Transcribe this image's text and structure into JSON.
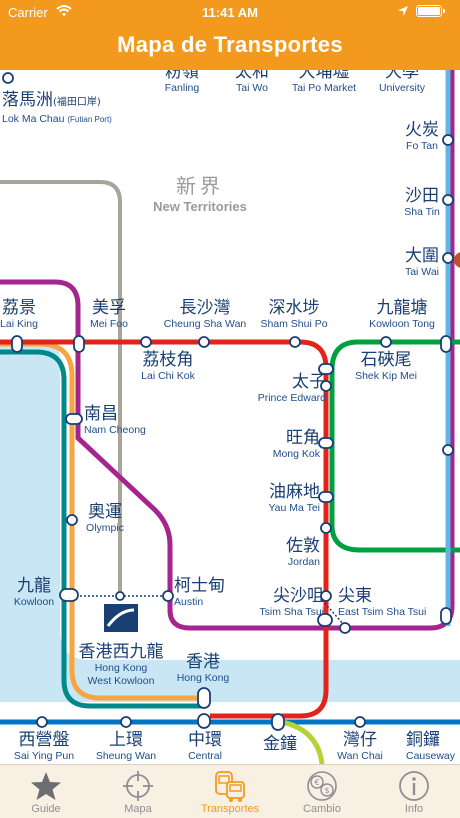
{
  "status_bar": {
    "carrier": "Carrier",
    "time": "11:41 AM"
  },
  "nav": {
    "title": "Mapa de Transportes"
  },
  "map": {
    "region": {
      "zh": "新界",
      "en": "New Territories"
    },
    "stations": {
      "fanling": {
        "zh": "粉嶺",
        "en": "Fanling"
      },
      "tai_wo": {
        "zh": "太和",
        "en": "Tai Wo"
      },
      "tai_po": {
        "zh": "大埔墟",
        "en": "Tai Po Market"
      },
      "university": {
        "zh": "大學",
        "en": "University"
      },
      "lok_ma_chau": {
        "zh": "落馬洲",
        "zh2": "(福田口岸)",
        "en": "Lok Ma Chau",
        "en2": "(Futian Port)"
      },
      "fo_tan": {
        "zh": "火炭",
        "en": "Fo Tan"
      },
      "sha_tin": {
        "zh": "沙田",
        "en": "Sha Tin"
      },
      "tai_wai": {
        "zh": "大圍",
        "en": "Tai Wai"
      },
      "lai_king": {
        "zh": "荔景",
        "en": "Lai King"
      },
      "mei_foo": {
        "zh": "美孚",
        "en": "Mei Foo"
      },
      "cheung_sha_wan": {
        "zh": "長沙灣",
        "en": "Cheung Sha Wan"
      },
      "sham_shui_po": {
        "zh": "深水埗",
        "en": "Sham Shui Po"
      },
      "kowloon_tong": {
        "zh": "九龍塘",
        "en": "Kowloon Tong"
      },
      "lai_chi_kok": {
        "zh": "荔枝角",
        "en": "Lai Chi Kok"
      },
      "shek_kip_mei": {
        "zh": "石硤尾",
        "en": "Shek Kip Mei"
      },
      "prince_edward": {
        "zh": "太子",
        "en": "Prince Edward"
      },
      "nam_cheong": {
        "zh": "南昌",
        "en": "Nam Cheong"
      },
      "mong_kok": {
        "zh": "旺角",
        "en": "Mong Kok"
      },
      "yau_ma_tei": {
        "zh": "油麻地",
        "en": "Yau Ma Tei"
      },
      "olympic": {
        "zh": "奧運",
        "en": "Olympic"
      },
      "jordan": {
        "zh": "佐敦",
        "en": "Jordan"
      },
      "kowloon": {
        "zh": "九龍",
        "en": "Kowloon"
      },
      "austin": {
        "zh": "柯士甸",
        "en": "Austin"
      },
      "tsim_sha_tsui": {
        "zh": "尖沙咀",
        "en": "Tsim Sha Tsui"
      },
      "east_tsim_sha_tsui": {
        "zh": "尖東",
        "en": "East Tsim Sha Tsui"
      },
      "hk_west_kowloon": {
        "zh": "香港西九龍",
        "en": "Hong Kong",
        "en2": "West Kowloon"
      },
      "hong_kong": {
        "zh": "香港",
        "en": "Hong Kong"
      },
      "sai_ying_pun": {
        "zh": "西營盤",
        "en": "Sai Ying Pun"
      },
      "sheung_wan": {
        "zh": "上環",
        "en": "Sheung Wan"
      },
      "central": {
        "zh": "中環",
        "en": "Central"
      },
      "admiralty": {
        "zh": "金鐘",
        "en": ""
      },
      "wan_chai": {
        "zh": "灣仔",
        "en": "Wan Chai"
      },
      "causeway_bay": {
        "zh": "銅鑼",
        "en": "Causeway"
      }
    },
    "colors": {
      "tsuen_wan": "#e2231a",
      "tung_chung": "#f7a541",
      "airport": "#00888a",
      "west_rail": "#a5248e",
      "kwun_tong": "#00a040",
      "east_rail": "#5eb6e4",
      "island": "#0075c2",
      "south_island": "#b5d334",
      "intercity": "#a8a49c",
      "water": "#c9e6f5"
    }
  },
  "tabs": [
    {
      "label": "Guide",
      "icon": "star-icon"
    },
    {
      "label": "Mapa",
      "icon": "crosshair-icon"
    },
    {
      "label": "Transportes",
      "icon": "train-bus-icon",
      "active": true
    },
    {
      "label": "Cambio",
      "icon": "currency-exchange-icon"
    },
    {
      "label": "Info",
      "icon": "info-icon"
    }
  ]
}
